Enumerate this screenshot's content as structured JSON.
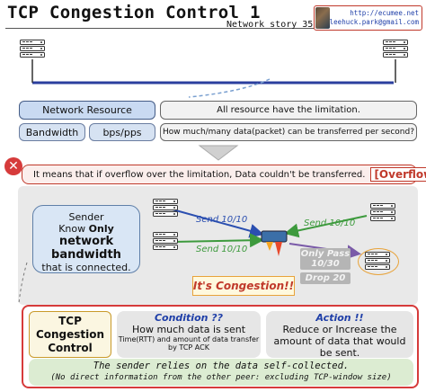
{
  "header": {
    "title": "TCP Congestion Control 1",
    "series": "Network story 35",
    "author_url": "http://ecumee.net",
    "author_email": "leehuck.park@gmail.com"
  },
  "resource_table": {
    "row1": {
      "label": "Network Resource",
      "value": "All resource have the limitation."
    },
    "row2": {
      "label": "Bandwidth",
      "unit": "bps/pps",
      "value": "How much/many data(packet) can be transferred per second?"
    }
  },
  "overflow": {
    "icon": "x-icon",
    "message": "It means that if overflow over the limitation, Data couldn't be transferred.",
    "keyword": "[Overflow]"
  },
  "scene": {
    "bubble": {
      "line1": "Sender",
      "line2_prefix": "Know",
      "line2_bold": "Only",
      "line3": "network",
      "line4": "bandwidth",
      "line5": "that is connected."
    },
    "send_left": "Send 10/10",
    "send_right": "Send 10/10",
    "drop_arrow_label": "Send 10/10",
    "only_pass": "Only Pass 10/30",
    "drop": "Drop 20",
    "congestion": "It's Congestion!!"
  },
  "bottom": {
    "tcp_line1": "TCP",
    "tcp_line2": "Congestion",
    "tcp_line3": "Control",
    "condition_head": "Condition ??",
    "condition_body": "How much data is sent",
    "condition_small": "Time(RTT) and amount of data transfer by TCP ACK",
    "action_head": "Action !!",
    "action_body": "Reduce or Increase the amount of data that would be sent.",
    "relies_main": "The sender relies on the data self-collected.",
    "relies_sub": "(No direct information from the other peer: excluding TCP-window size)"
  },
  "colors": {
    "accent_red": "#d63b3b",
    "link_blue": "#1f3fa8",
    "resource_blue": "#c9daf2",
    "green_bar": "#dcecd2"
  }
}
